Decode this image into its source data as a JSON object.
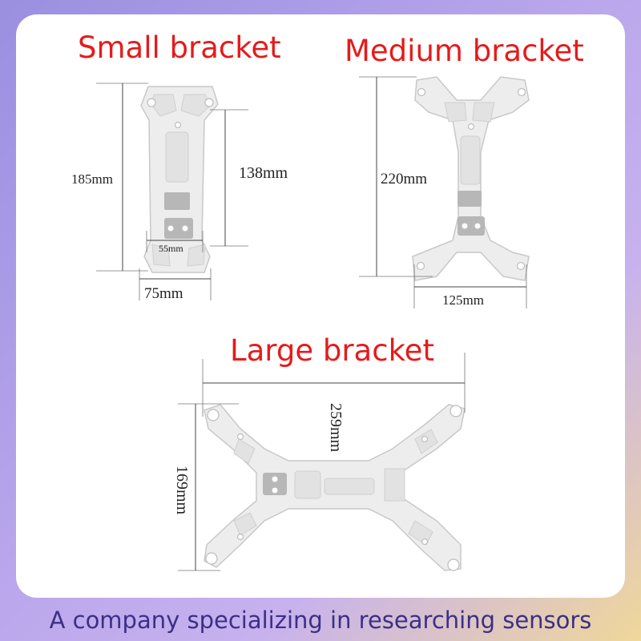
{
  "titles": {
    "small": "Small bracket",
    "medium": "Medium bracket",
    "large": "Large bracket"
  },
  "small_dims": {
    "height": "185mm",
    "hole_span": "138mm",
    "inner_width": "55mm",
    "width": "75mm"
  },
  "medium_dims": {
    "height": "220mm",
    "width": "125mm"
  },
  "large_dims": {
    "width": "259mm",
    "height": "169mm"
  },
  "footer": "A company specializing in researching sensors",
  "colors": {
    "title": "#e51b1b",
    "footer_text": "#3c2f86",
    "bracket_fill": "#ececec",
    "bracket_stroke": "#c9c9c9"
  }
}
